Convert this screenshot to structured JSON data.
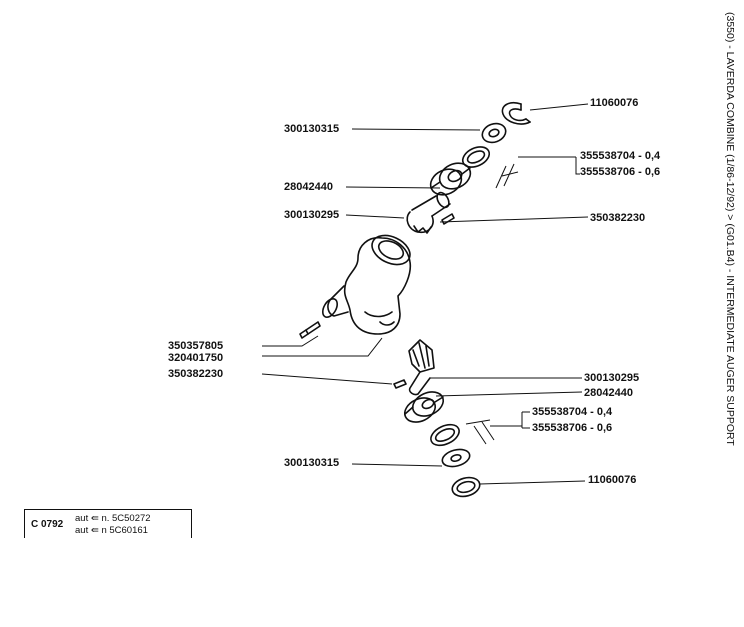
{
  "title": "(3550) - LAVERDA COMBINE (1/86-12/92) > (G01.B4) - INTERMEDIATE AUGER SUPPORT",
  "serial_box": {
    "code": "C 0792",
    "lines": [
      "aut  ⇚ n. 5C50272",
      "aut  ⇚ n  5C60161"
    ]
  },
  "labels": {
    "l1": "11060076",
    "l2": "300130315",
    "l3": "355538704 - 0,4",
    "l4": "355538706 - 0,6",
    "l5": "28042440",
    "l6": "300130295",
    "l7": "350382230",
    "l8": "350357805",
    "l9": "320401750",
    "l10": "350382230",
    "l11": "300130295",
    "l12": "28042440",
    "l13": "355538704 - 0,4",
    "l14": "355538706 - 0,6",
    "l15": "300130315",
    "l16": "11060076"
  },
  "colors": {
    "ink": "#111111",
    "paper": "#ffffff"
  }
}
